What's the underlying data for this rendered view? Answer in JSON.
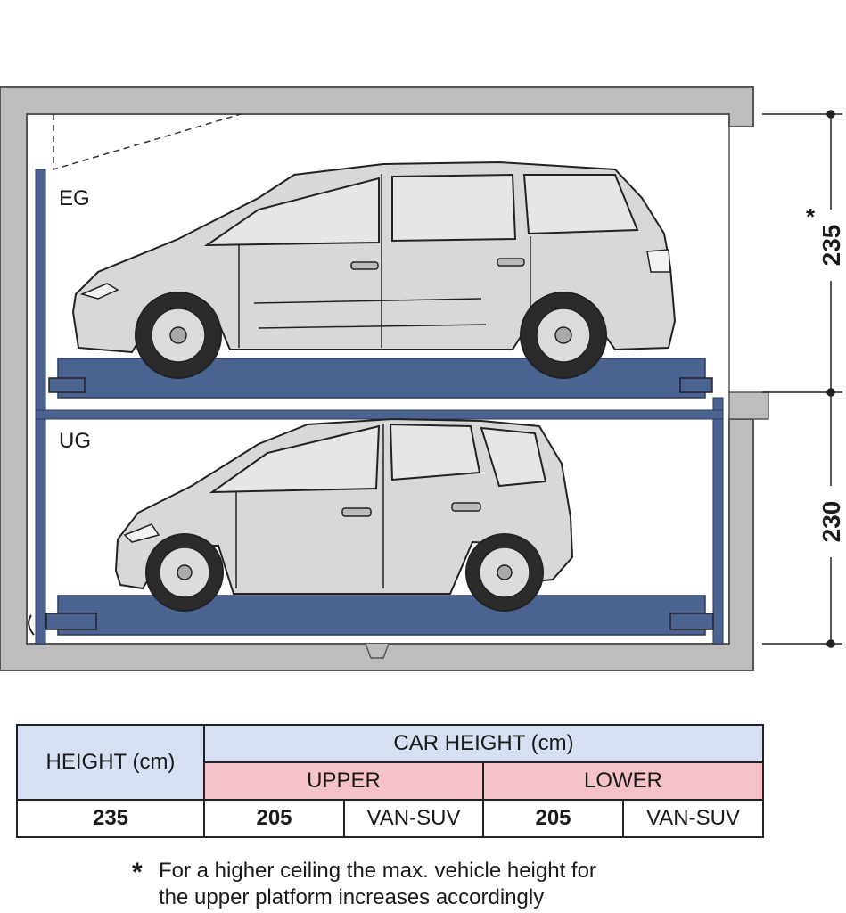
{
  "levels": {
    "upper": "EG",
    "lower": "UG"
  },
  "dimensions": {
    "upper_height": "235",
    "lower_height": "230",
    "upper_marker": "*"
  },
  "table": {
    "height_header": "HEIGHT (cm)",
    "car_height_header": "CAR HEIGHT (cm)",
    "upper_header": "UPPER",
    "lower_header": "LOWER",
    "height_value": "235",
    "upper_value": "205",
    "upper_type": "VAN-SUV",
    "lower_value": "205",
    "lower_type": "VAN-SUV"
  },
  "footnote": {
    "marker": "*",
    "line1": "For a higher ceiling the max. vehicle height for",
    "line2": "the upper platform increases accordingly"
  },
  "colors": {
    "platform": "#4b6391",
    "wall": "#bdbdbd",
    "car_body": "#d8d8d8",
    "header_blue": "#d7e0f2",
    "header_pink": "#f4c2c8"
  }
}
